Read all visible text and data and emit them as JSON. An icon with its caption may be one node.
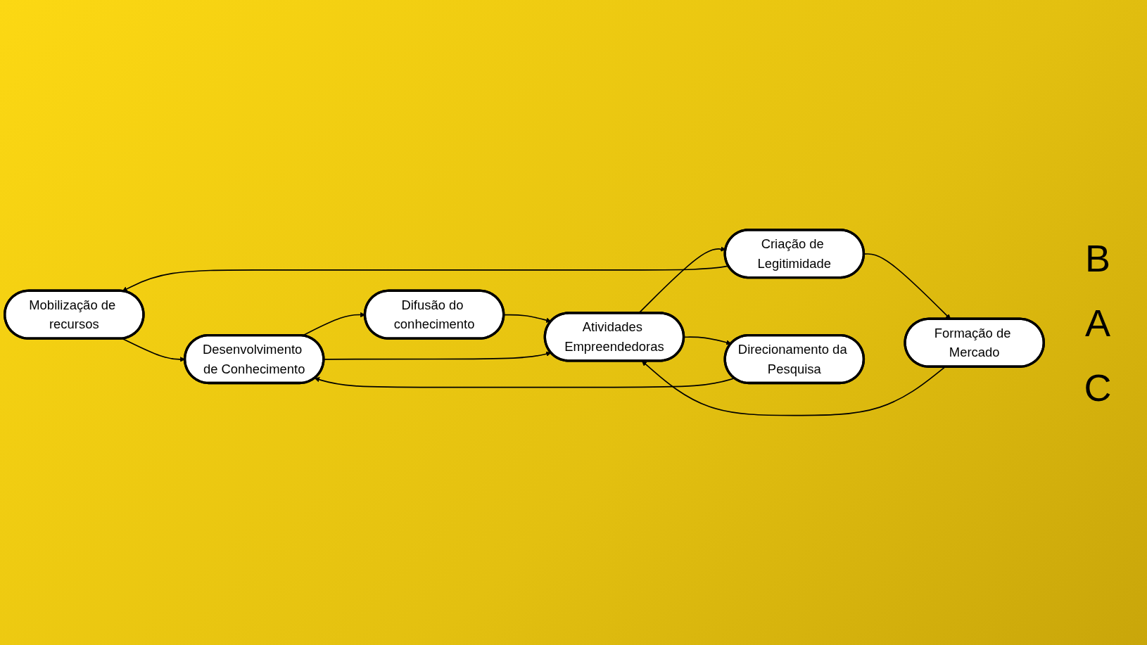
{
  "diagram": {
    "nodes": [
      {
        "text": [
          "Mobilização de recursos"
        ]
      },
      {
        "text": [
          "Difusão do conhecimento"
        ]
      },
      {
        "text": [
          "Criação de Legitimidade"
        ]
      },
      {
        "text": [
          "Desenvolvimento de Conhecimento"
        ]
      },
      {
        "text": [
          "Atividades Empreendedoras"
        ]
      },
      {
        "text": [
          "Formação de Mercado"
        ]
      },
      {
        "text": [
          "Direcionamento da Pesquisa"
        ]
      }
    ],
    "edges": [
      {
        "from": 0,
        "to": 3,
        "arrow": "to"
      },
      {
        "from": 2,
        "to": 0,
        "arrow": "to"
      },
      {
        "from": 3,
        "to": 1,
        "arrow": "to"
      },
      {
        "from": 1,
        "to": 4,
        "arrow": "to"
      },
      {
        "from": 3,
        "to": 4,
        "arrow": "to"
      },
      {
        "from": 4,
        "to": 2,
        "arrow": "to"
      },
      {
        "from": 2,
        "to": 5,
        "arrow": "to"
      },
      {
        "from": 5,
        "to": 4,
        "arrow": "to"
      },
      {
        "from": 4,
        "to": 6,
        "arrow": "to"
      },
      {
        "from": 6,
        "to": 3,
        "arrow": "to"
      }
    ],
    "labels": [
      "B",
      "A",
      "C"
    ]
  }
}
